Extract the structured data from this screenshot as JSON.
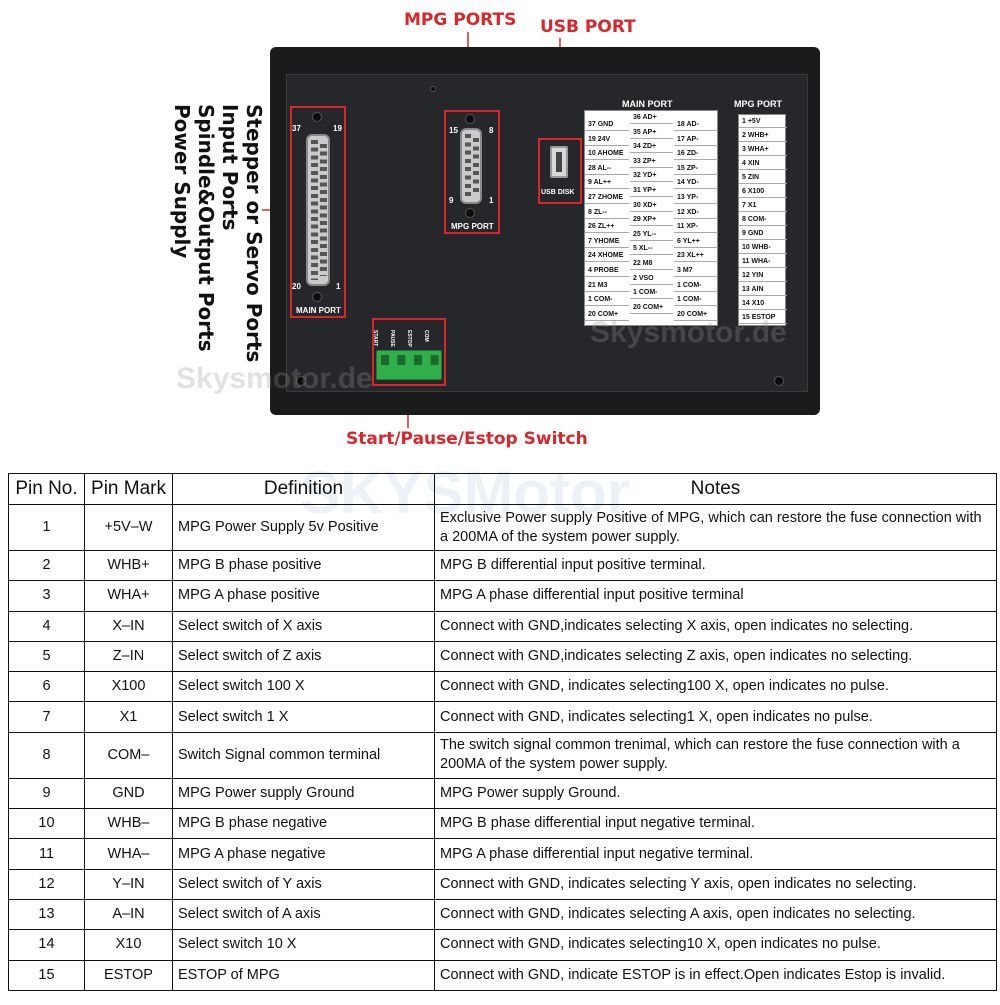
{
  "callouts": {
    "mpg_ports": "MPG PORTS",
    "usb_port": "USB PORT",
    "start_switch": "Start/Pause/Estop Switch",
    "side_lines": [
      "Stepper or Servo Ports",
      "Input Ports",
      "Spindle&Output Ports",
      "Power Supply"
    ]
  },
  "device": {
    "main_port_label": "MAIN PORT",
    "main_port_pins": {
      "top_left": "37",
      "top_right": "19",
      "bottom_left": "20",
      "bottom_right": "1"
    },
    "mpg_port_label": "MPG PORT",
    "mpg_port_pins": {
      "top_left": "15",
      "top_right": "8",
      "bottom_left": "9",
      "bottom_right": "1"
    },
    "usb_label": "USB DISK",
    "switch_labels": [
      "START",
      "PAUSE",
      "ESTOP",
      "COM"
    ],
    "main_chart_title": "MAIN PORT",
    "main_chart_left": [
      "37 GND",
      "19 24V",
      "10 AHOME",
      "28 AL--",
      "9 AL++",
      "27 ZHOME",
      "8 ZL--",
      "26 ZL++",
      "7 YHOME",
      "24 XHOME",
      "4 PROBE",
      "21 M3",
      "1 COM-",
      "20 COM+"
    ],
    "main_chart_mid": [
      "36 AD+",
      "35 AP+",
      "34 ZD+",
      "33 ZP+",
      "32 YD+",
      "31 YP+",
      "30 XD+",
      "29 XP+",
      "25 YL--",
      "5 XL--",
      "22 M8",
      "2 VSO",
      "1 COM-",
      "20 COM+"
    ],
    "main_chart_right": [
      "18 AD-",
      "17 AP-",
      "16 ZD-",
      "15 ZP-",
      "14 YD-",
      "13 YP-",
      "12 XD-",
      "11 XP-",
      "6 YL++",
      "23 XL++",
      "3 M7",
      "1 COM-",
      "1 COM-",
      "20 COM+"
    ],
    "mpg_chart_title": "MPG PORT",
    "mpg_chart": [
      "1 +5V",
      "2 WHB+",
      "3 WHA+",
      "4 XIN",
      "5 ZIN",
      "6 X100",
      "7 X1",
      "8 COM-",
      "9 GND",
      "10 WHB-",
      "11 WHA-",
      "12 YIN",
      "13 AIN",
      "14 X10",
      "15 ESTOP"
    ],
    "watermark": "Skysmotor.de"
  },
  "table": {
    "headers": [
      "Pin No.",
      "Pin Mark",
      "Definition",
      "Notes"
    ],
    "background_watermark": "SKYSMotor",
    "rows": [
      {
        "pin": "1",
        "mark": "+5V–W",
        "definition": "MPG Power Supply 5v Positive",
        "notes": "Exclusive Power supply Positive of MPG, which can restore the fuse connection with a 200MA of the system power supply."
      },
      {
        "pin": "2",
        "mark": "WHB+",
        "definition": "MPG B phase positive",
        "notes": "MPG B differential input positive terminal."
      },
      {
        "pin": "3",
        "mark": "WHA+",
        "definition": "MPG A phase positive",
        "notes": "MPG A phase differential input positive terminal"
      },
      {
        "pin": "4",
        "mark": "X–IN",
        "definition": "Select switch of X axis",
        "notes": "Connect with GND,indicates selecting X axis, open indicates no selecting."
      },
      {
        "pin": "5",
        "mark": "Z–IN",
        "definition": "Select switch of Z axis",
        "notes": "Connect with GND,indicates selecting Z axis, open indicates no selecting."
      },
      {
        "pin": "6",
        "mark": "X100",
        "definition": "Select switch 100 X",
        "notes": "Connect with GND, indicates selecting100 X, open indicates no pulse."
      },
      {
        "pin": "7",
        "mark": "X1",
        "definition": "Select switch 1 X",
        "notes": "Connect with GND, indicates selecting1 X, open indicates no pulse."
      },
      {
        "pin": "8",
        "mark": "COM–",
        "definition": "Switch Signal common terminal",
        "notes": "The switch signal common trenimal, which can restore the fuse connection with a 200MA of the system power supply."
      },
      {
        "pin": "9",
        "mark": "GND",
        "definition": "MPG Power supply Ground",
        "notes": "MPG Power supply Ground."
      },
      {
        "pin": "10",
        "mark": "WHB–",
        "definition": "MPG B phase negative",
        "notes": "MPG B phase differential input negative terminal."
      },
      {
        "pin": "11",
        "mark": "WHA–",
        "definition": "MPG A phase negative",
        "notes": "MPG A phase differential input negative terminal."
      },
      {
        "pin": "12",
        "mark": "Y–IN",
        "definition": "Select switch of Y axis",
        "notes": "Connect with GND, indicates selecting Y axis, open indicates no selecting."
      },
      {
        "pin": "13",
        "mark": "A–IN",
        "definition": "Select switch of A axis",
        "notes": "Connect with GND, indicates selecting A axis, open indicates no selecting."
      },
      {
        "pin": "14",
        "mark": "X10",
        "definition": "Select switch 10 X",
        "notes": "Connect with GND, indicates selecting10 X, open indicates no pulse."
      },
      {
        "pin": "15",
        "mark": "ESTOP",
        "definition": "ESTOP of MPG",
        "notes": "Connect with GND, indicate ESTOP is in effect.Open indicates Estop is invalid."
      }
    ]
  },
  "colors": {
    "callout_red": "#d8262a",
    "device_body": "#1a1b1d",
    "panel": "#26272a",
    "terminal_green": "#2fae4a"
  }
}
